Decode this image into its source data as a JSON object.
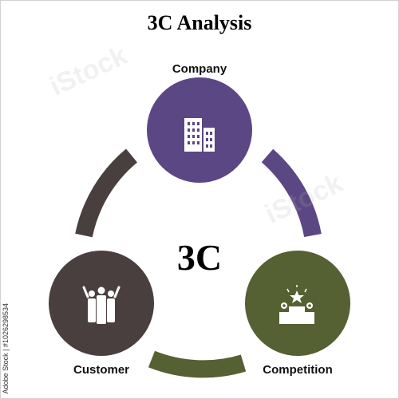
{
  "title": "3C Analysis",
  "center_label": "3C",
  "nodes": {
    "company": {
      "label": "Company",
      "color": "#5b4783",
      "icon": "office-building-icon"
    },
    "competition": {
      "label": "Competition",
      "color": "#556033",
      "icon": "podium-winner-icon"
    },
    "customer": {
      "label": "Customer",
      "color": "#4a3f3f",
      "icon": "people-group-icon"
    }
  },
  "arcs": {
    "company_to_competition": {
      "color": "#5b4783"
    },
    "competition_to_customer": {
      "color": "#556033"
    },
    "customer_to_company": {
      "color": "#4a3f3f"
    }
  },
  "watermark": "iStock",
  "side_tag": "Adobe Stock | #1026298534"
}
